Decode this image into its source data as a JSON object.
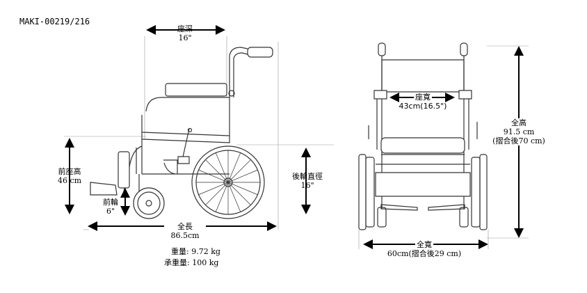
{
  "model": "MAKI-00219/216",
  "dimensions": {
    "seat_depth": {
      "label": "座深",
      "value": "16\""
    },
    "front_seat_height": {
      "label": "前座高",
      "value": "46 cm"
    },
    "front_wheel": {
      "label": "前輪",
      "value": "6\""
    },
    "rear_wheel": {
      "label": "後輪直徑",
      "value": "16\""
    },
    "overall_length": {
      "label": "全長",
      "value": "86.5cm"
    },
    "seat_width": {
      "label": "座寬",
      "value": "43cm(16.5\")"
    },
    "overall_height": {
      "label": "全高",
      "value": "91.5 cm",
      "folded": "(摺合後70 cm)"
    },
    "overall_width": {
      "label": "全寬",
      "value": "60cm(摺合後29 cm)"
    }
  },
  "specs": {
    "weight": "重量: 9.72 kg",
    "load": "承重量: 100 kg"
  }
}
